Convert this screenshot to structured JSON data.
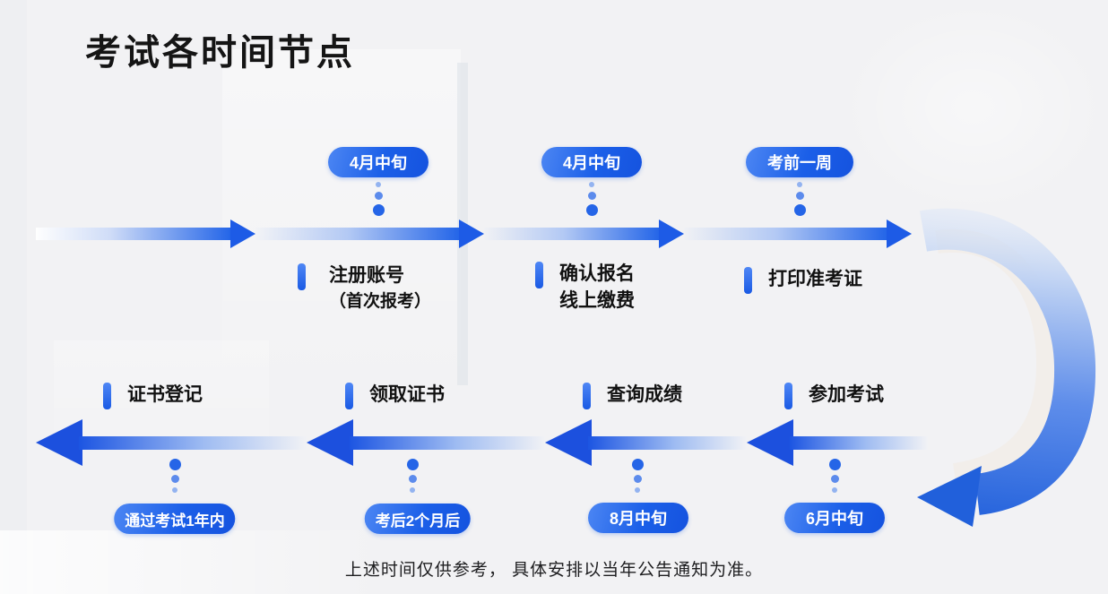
{
  "title": "考试各时间节点",
  "footer": "上述时间仅供参考， 具体安排以当年公告通知为准。",
  "colors": {
    "accent": "#1b5fe8",
    "accent_dark": "#1c50de",
    "accent_light": "#4c86f3",
    "pill_text": "#ffffff",
    "background": "#f2f2f4",
    "text": "#111111"
  },
  "top_steps": [
    {
      "pill": "4月中旬",
      "label": "注册账号",
      "sublabel": "（首次报考）"
    },
    {
      "pill": "4月中旬",
      "label": "确认报名",
      "sublabel": "线上缴费"
    },
    {
      "pill": "考前一周",
      "label": "打印准考证",
      "sublabel": ""
    }
  ],
  "bottom_steps": [
    {
      "label": "证书登记",
      "pill": "通过考试1年内"
    },
    {
      "label": "领取证书",
      "pill": "考后2个月后"
    },
    {
      "label": "查询成绩",
      "pill": "8月中旬"
    },
    {
      "label": "参加考试",
      "pill": "6月中旬"
    }
  ]
}
